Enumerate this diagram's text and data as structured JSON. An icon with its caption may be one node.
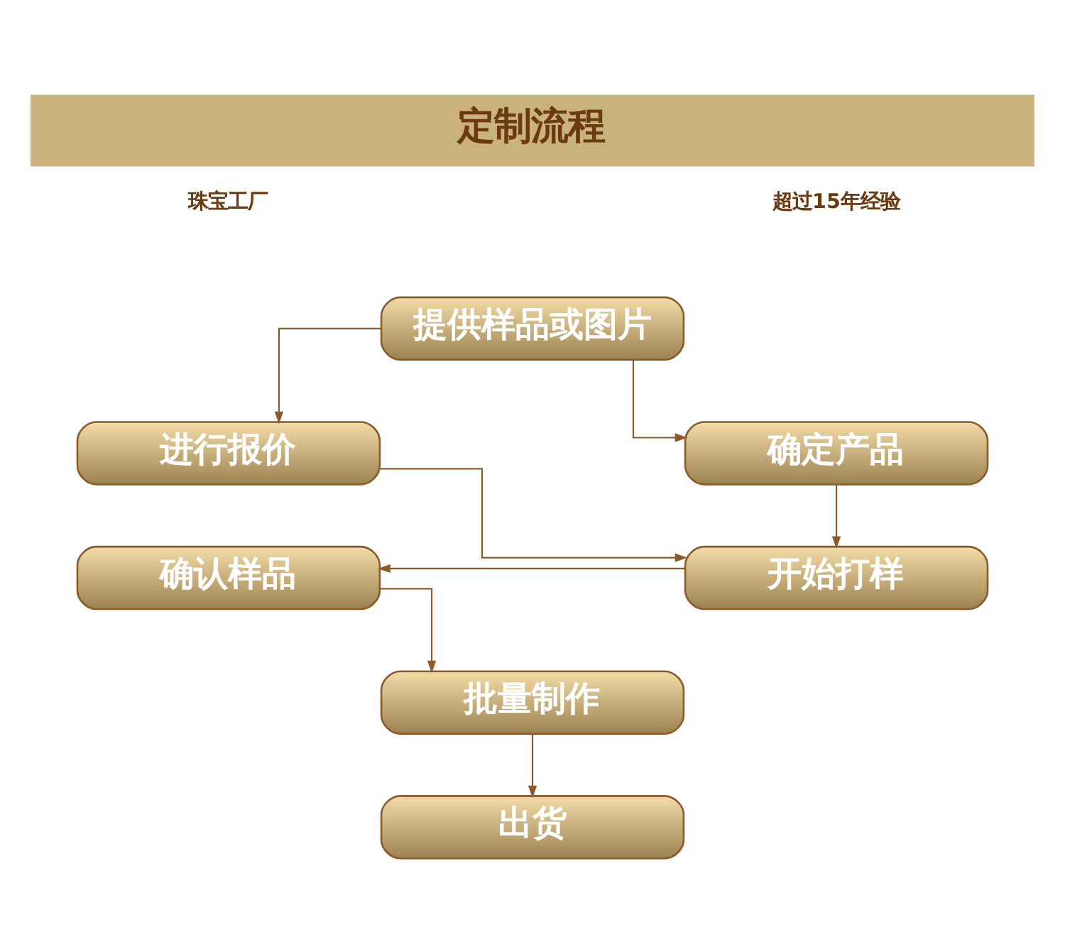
{
  "diagram": {
    "title": "定制流程",
    "nodes": [
      {
        "text": [
          "提供样品或图片"
        ]
      },
      {
        "text": [
          "进行报价"
        ]
      },
      {
        "text": [
          "确定产品"
        ]
      },
      {
        "text": [
          "开始打样"
        ]
      },
      {
        "text": [
          "确认样品"
        ]
      },
      {
        "text": [
          "批量制作"
        ]
      },
      {
        "text": [
          "出货"
        ]
      }
    ],
    "edges": [
      {
        "from": 0,
        "to": 1,
        "arrow": "to"
      },
      {
        "from": 0,
        "to": 2,
        "arrow": "to"
      },
      {
        "from": 1,
        "to": 3,
        "arrow": "to"
      },
      {
        "from": 2,
        "to": 3,
        "arrow": "to"
      },
      {
        "from": 3,
        "to": 4,
        "arrow": "to"
      },
      {
        "from": 4,
        "to": 5,
        "arrow": "to"
      },
      {
        "from": 5,
        "to": 6,
        "arrow": "to"
      }
    ],
    "labels": [
      "珠宝工厂",
      "超过15年经验"
    ]
  }
}
